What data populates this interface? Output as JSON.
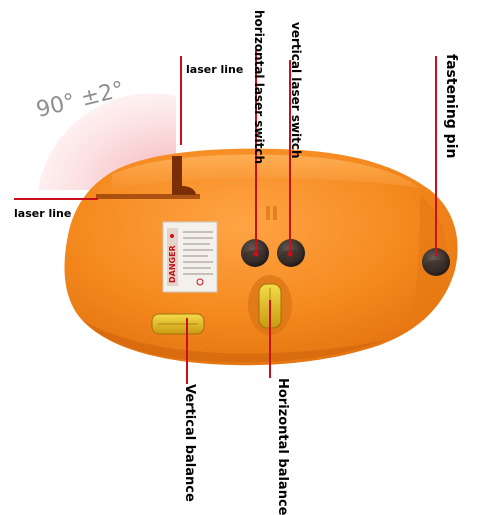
{
  "labels": {
    "laser_line_top": "laser line",
    "laser_line_left": "laser line",
    "horizontal_laser_switch": "horizontal laser switch",
    "vertical_laser_switch": "vertical laser switch",
    "fastening_pin": "fastening pin",
    "vertical_balance": "Vertical balance",
    "horizontal_balance": "Horizontal balance"
  },
  "angle_annotation": "90° ±2°",
  "warning_label": {
    "heading": "DANGER"
  },
  "colors": {
    "body_orange": "#f58a1f",
    "body_highlight": "#ffb45a",
    "body_shadow": "#d86a10",
    "pointer_red": "#c8101c",
    "laser_fan": "#f7c9cc",
    "bubble_vial": "#e8c21a",
    "knob_dark": "#2b2320"
  }
}
